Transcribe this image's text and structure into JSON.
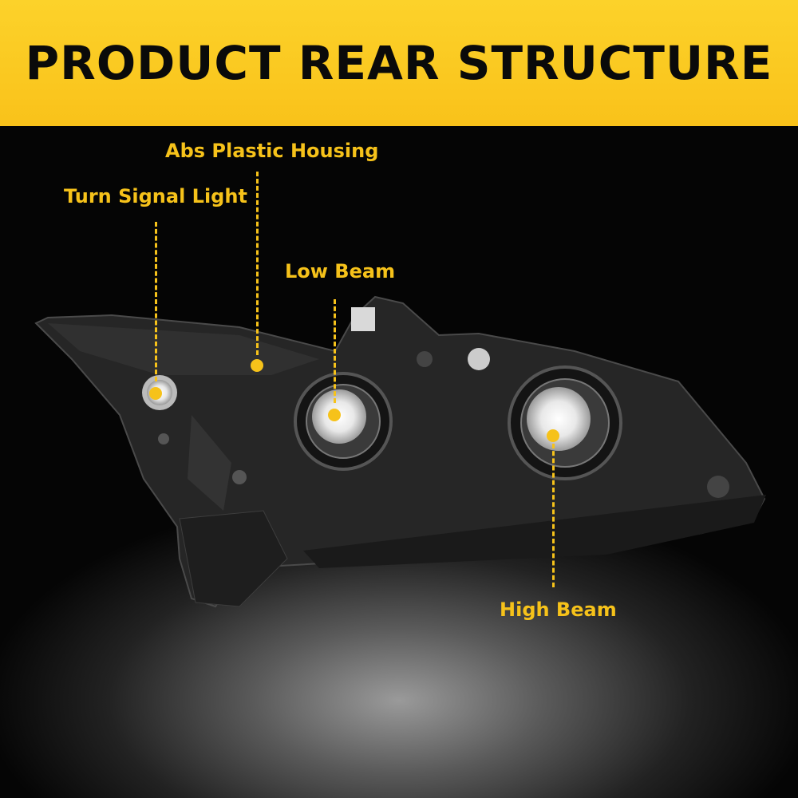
{
  "header": {
    "title": "PRODUCT REAR STRUCTURE"
  },
  "colors": {
    "accent": "#f6c21a",
    "header_bg": "#fac61e",
    "background": "#000000"
  },
  "callouts": [
    {
      "label": "Abs Plastic Housing"
    },
    {
      "label": "Turn Signal Light"
    },
    {
      "label": "Low Beam"
    },
    {
      "label": "High Beam"
    }
  ]
}
